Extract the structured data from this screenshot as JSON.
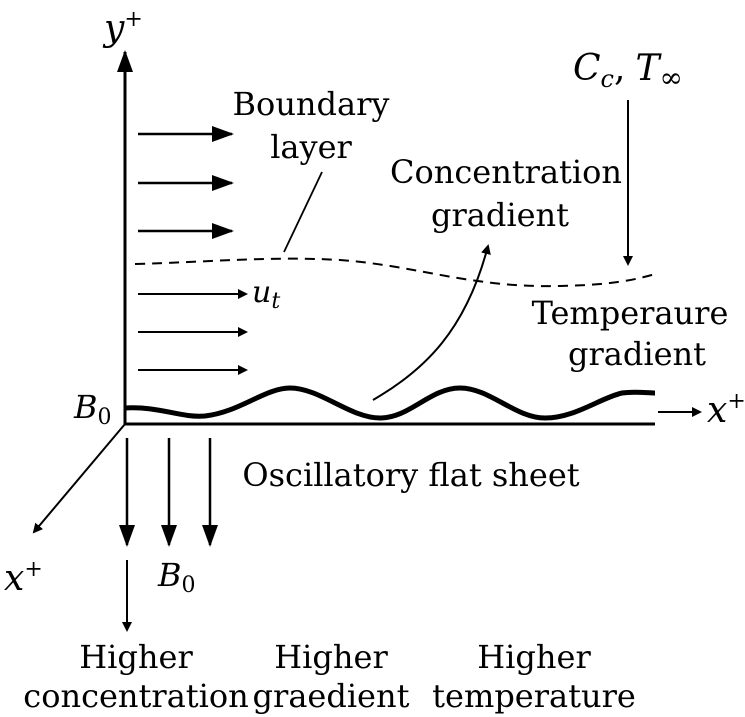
{
  "axes": {
    "y_label": "y",
    "y_sup": "+",
    "x_label": "x",
    "x_sup": "+",
    "x_oblique_label": "x",
    "x_oblique_sup": "+"
  },
  "labels": {
    "boundary_layer_line1": "Boundary",
    "boundary_layer_line2": "layer",
    "concentration_gradient_line1": "Concentration",
    "concentration_gradient_line2": "gradient",
    "temperature_gradient_line1": "Temperaure",
    "temperature_gradient_line2": "gradient",
    "velocity_symbol": "u",
    "velocity_sub": "t",
    "free_stream_cc": "C",
    "free_stream_cc_sub": "c",
    "free_stream_sep": ",",
    "free_stream_t": "T",
    "free_stream_t_sub": "∞",
    "b0_left": "B",
    "b0_left_sub": "0",
    "b0_bottom": "B",
    "b0_bottom_sub": "0",
    "sheet": "Oscillatory flat sheet"
  },
  "bottom_labels": [
    {
      "line1": "Higher",
      "line2": "concentration"
    },
    {
      "line1": "Higher",
      "line2": "graedient"
    },
    {
      "line1": "Higher",
      "line2": "temperature"
    }
  ]
}
